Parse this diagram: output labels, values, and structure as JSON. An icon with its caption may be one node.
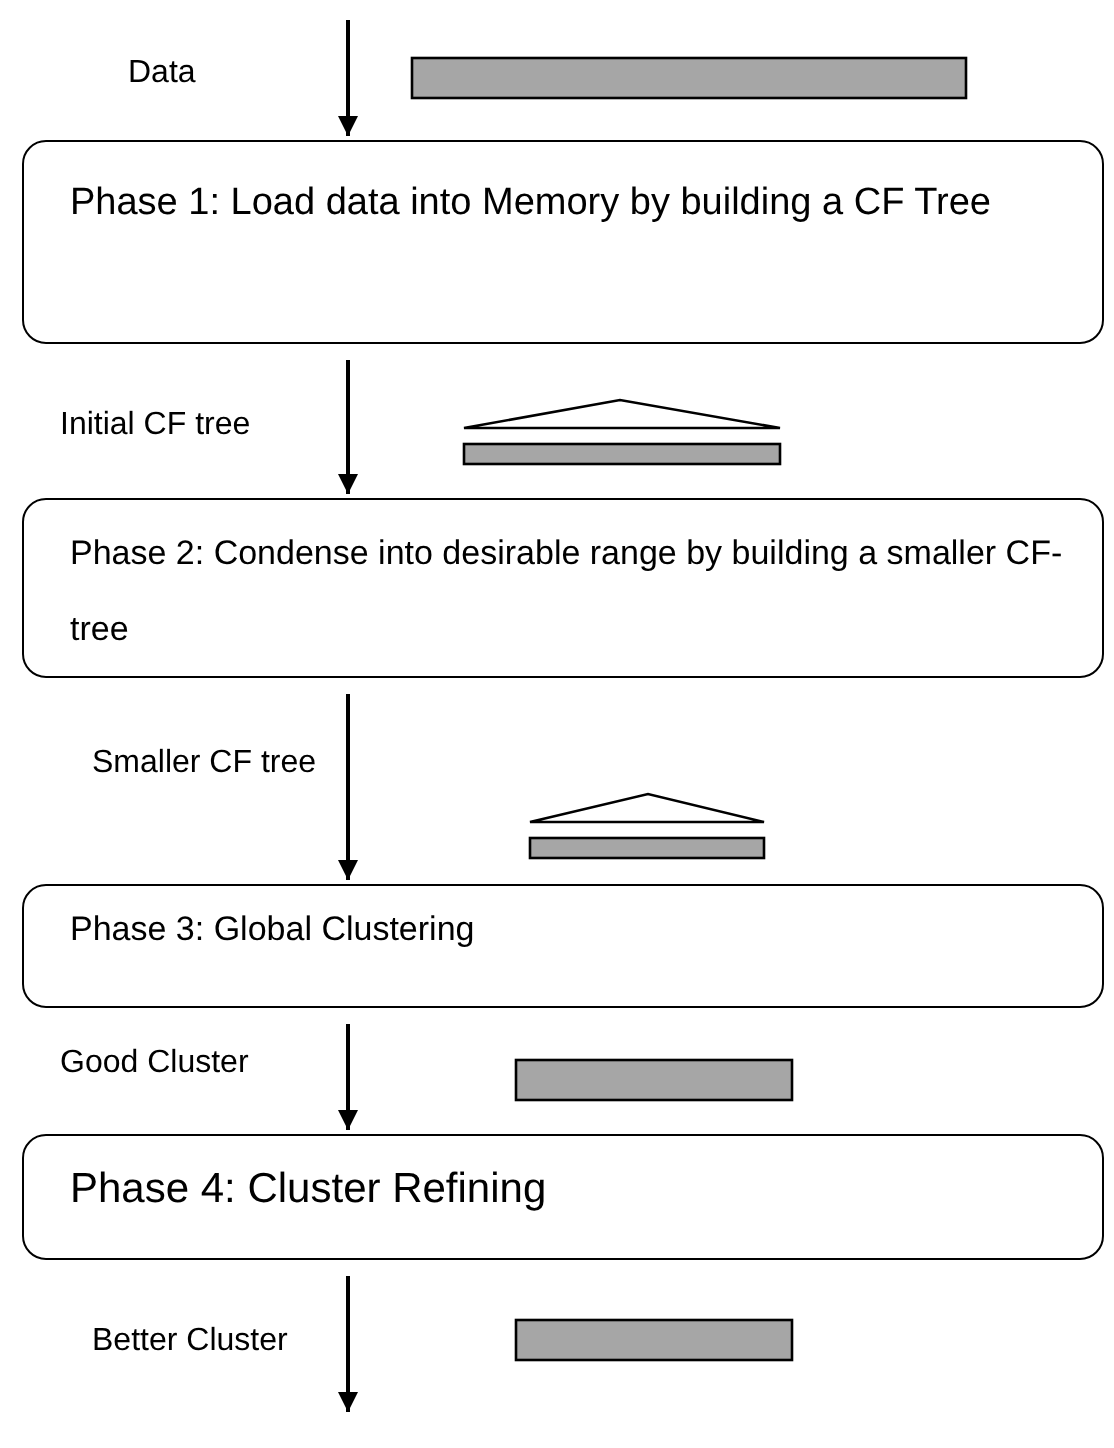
{
  "diagram": {
    "nodes": [
      {
        "text": [
          "Phase 1: Load data into Memory by building a CF Tree"
        ]
      },
      {
        "text": [
          "Phase 2: Condense into desirable range by building a smaller CF-tree"
        ]
      },
      {
        "text": [
          "Phase 3: Global Clustering"
        ]
      },
      {
        "text": [
          "Phase 4: Cluster Refining"
        ]
      }
    ],
    "edges": [
      {
        "from": null,
        "to": 0,
        "arrow": "to",
        "label": "Data"
      },
      {
        "from": 0,
        "to": 1,
        "arrow": "to",
        "label": "Initial CF tree"
      },
      {
        "from": 1,
        "to": 2,
        "arrow": "to",
        "label": "Smaller CF tree"
      },
      {
        "from": 2,
        "to": 3,
        "arrow": "to",
        "label": "Good Cluster"
      },
      {
        "from": 3,
        "to": null,
        "arrow": "to",
        "label": "Better Cluster"
      }
    ]
  }
}
